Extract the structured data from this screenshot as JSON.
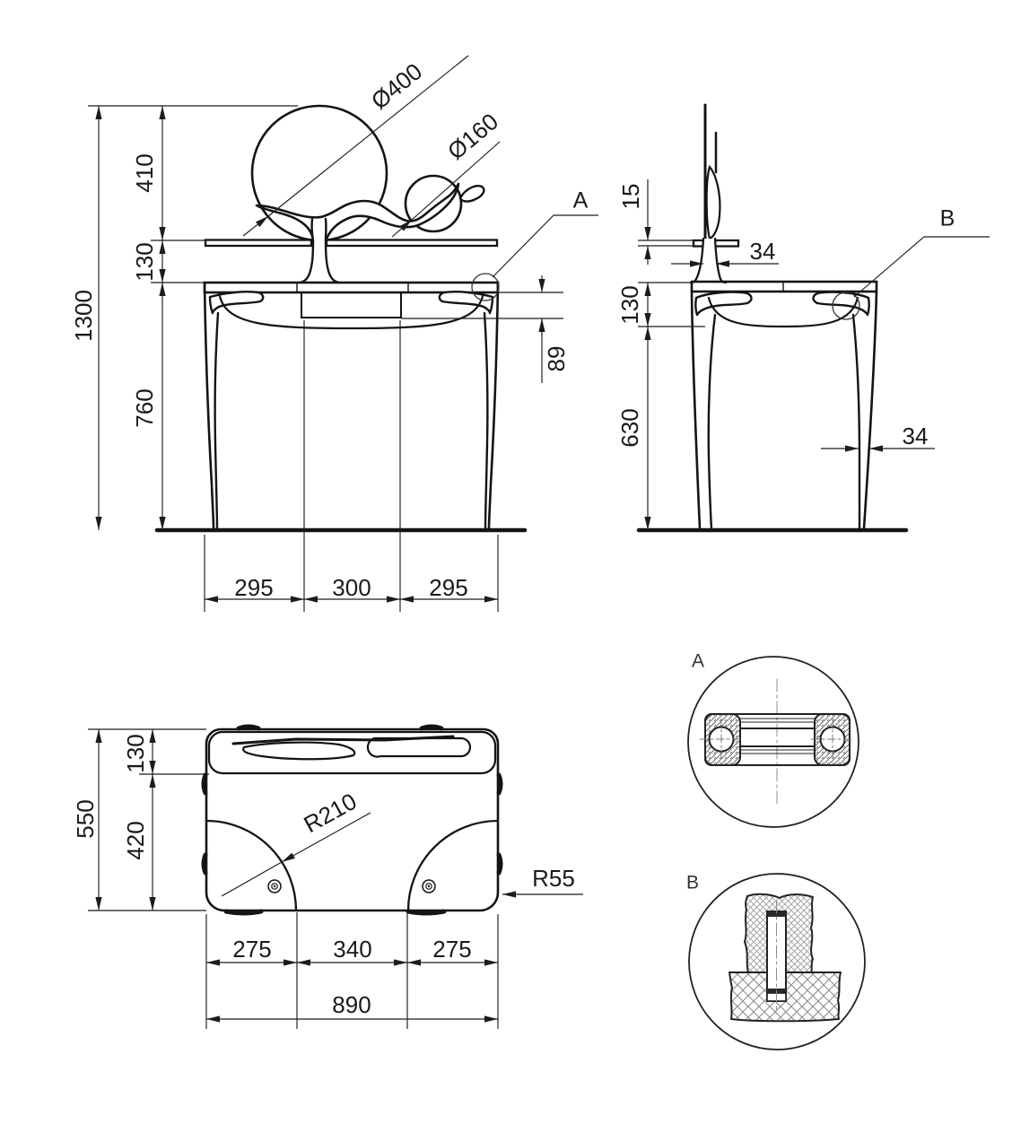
{
  "drawing": {
    "front_view": {
      "dia_large": "Ø400",
      "dia_small": "Ø160",
      "dim_total_height": "1300",
      "dim_canopy_height": "410",
      "dim_shelf_gap": "130",
      "dim_table_height": "760",
      "dim_apron_drop": "89",
      "dim_left_span": "295",
      "dim_center_span": "300",
      "dim_right_span": "295",
      "detail_marker": "A"
    },
    "side_view": {
      "dim_shelf_thickness": "15",
      "dim_stem_width": "34",
      "dim_top_drop": "130",
      "dim_leg_clear": "630",
      "dim_leg_width": "34",
      "detail_marker": "B"
    },
    "plan_view": {
      "dim_depth_total": "550",
      "dim_shelf_depth": "130",
      "dim_body_depth": "420",
      "radius_leg_arc": "R210",
      "radius_corner": "R55",
      "dim_left_span": "275",
      "dim_center_span": "340",
      "dim_right_span": "275",
      "dim_width_total": "890"
    },
    "detail_a": {
      "label": "A"
    },
    "detail_b": {
      "label": "B"
    },
    "colors": {
      "line": "#1a1a1a",
      "thin": "#1c1c1c",
      "center": "#8c8c8c"
    }
  }
}
